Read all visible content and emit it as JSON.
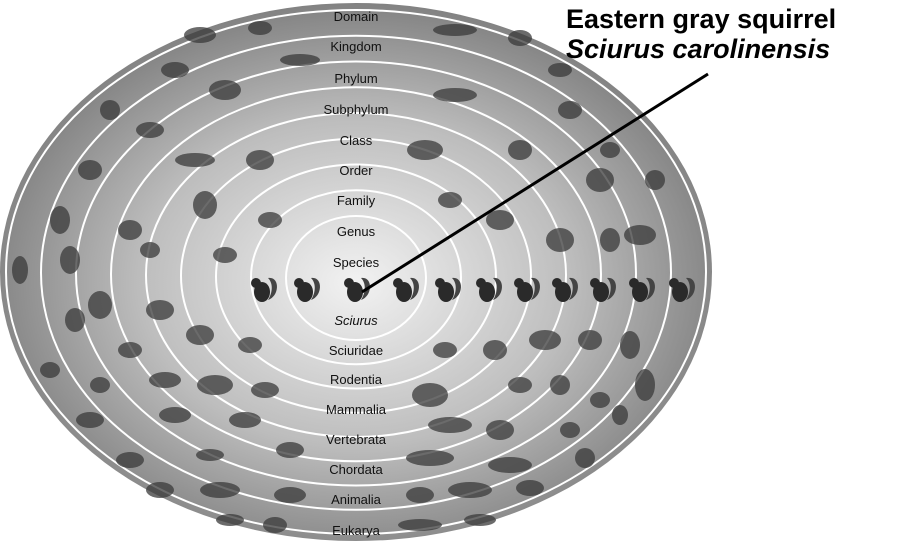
{
  "diagram": {
    "common_name": "Eastern gray squirrel",
    "scientific_name": "Sciurus carolinensis",
    "upper_ranks": [
      "Domain",
      "Kingdom",
      "Phylum",
      "Subphylum",
      "Class",
      "Order",
      "Family",
      "Genus",
      "Species"
    ],
    "lower_taxa": [
      {
        "label": "Sciurus",
        "italic": true
      },
      {
        "label": "Sciuridae",
        "italic": false
      },
      {
        "label": "Rodentia",
        "italic": false
      },
      {
        "label": "Mammalia",
        "italic": false
      },
      {
        "label": "Vertebrata",
        "italic": false
      },
      {
        "label": "Chordata",
        "italic": false
      },
      {
        "label": "Animalia",
        "italic": false
      },
      {
        "label": "Eukarya",
        "italic": false
      }
    ],
    "colors": {
      "background": "#ffffff",
      "ellipse_outer": "#7a7a7a",
      "ellipse_inner": "#f2f2f2",
      "ring_line": "#ffffff",
      "text": "#111111"
    }
  }
}
